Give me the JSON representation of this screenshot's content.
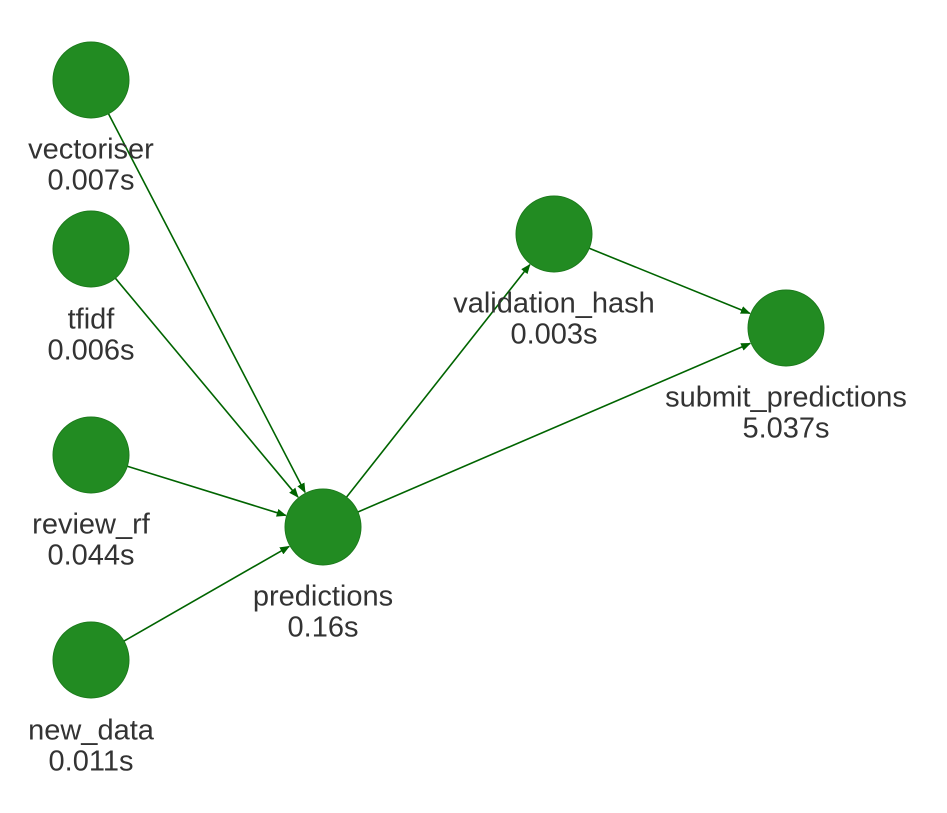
{
  "colors": {
    "node_fill": "#228B22",
    "node_stroke": "#1C7A1C",
    "edge": "#006400",
    "label": "#333333"
  },
  "nodes": [
    {
      "id": "vectoriser",
      "label": "vectoriser",
      "time": "0.007s"
    },
    {
      "id": "tfidf",
      "label": "tfidf",
      "time": "0.006s"
    },
    {
      "id": "review_rf",
      "label": "review_rf",
      "time": "0.044s"
    },
    {
      "id": "new_data",
      "label": "new_data",
      "time": "0.011s"
    },
    {
      "id": "predictions",
      "label": "predictions",
      "time": "0.16s"
    },
    {
      "id": "validation_hash",
      "label": "validation_hash",
      "time": "0.003s"
    },
    {
      "id": "submit_predictions",
      "label": "submit_predictions",
      "time": "5.037s"
    }
  ],
  "edges": [
    {
      "from": "vectoriser",
      "to": "predictions"
    },
    {
      "from": "tfidf",
      "to": "predictions"
    },
    {
      "from": "review_rf",
      "to": "predictions"
    },
    {
      "from": "new_data",
      "to": "predictions"
    },
    {
      "from": "predictions",
      "to": "validation_hash"
    },
    {
      "from": "predictions",
      "to": "submit_predictions"
    },
    {
      "from": "validation_hash",
      "to": "submit_predictions"
    }
  ]
}
